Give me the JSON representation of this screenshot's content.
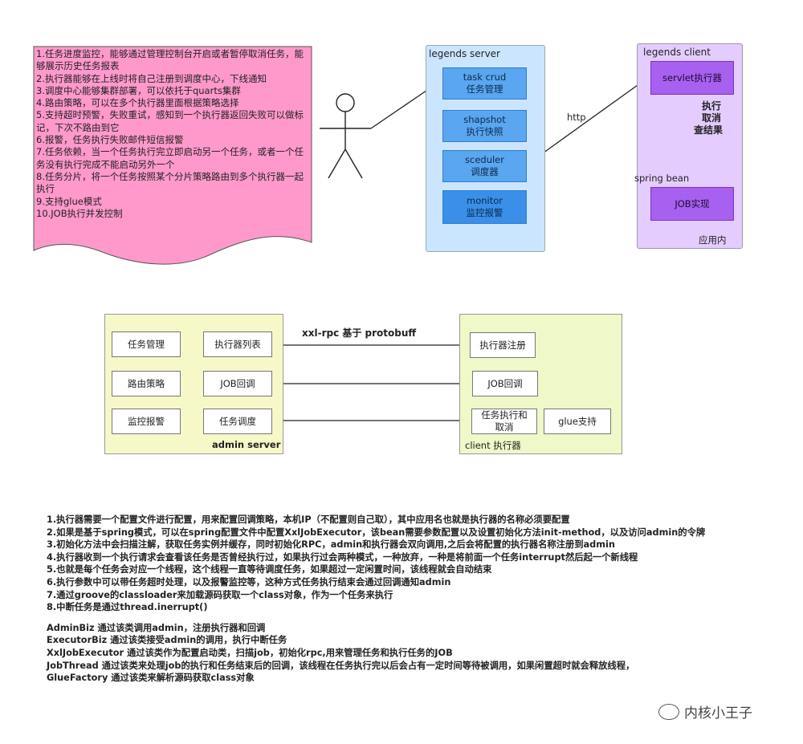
{
  "notes": [
    "1.任务进度监控，能够通过管理控制台开启或者暂停取消任务，能够展示历史任务报表",
    "2.执行器能够在上线时将自己注册到调度中心，下线通知",
    "3.调度中心能够集群部署，可以依托于quarts集群",
    "4.路由策略，可以在多个执行器里面根据策略选择",
    "5.支持超时预警，失败重试，感知到一个执行器返回失败可以做标记，下次不路由到它",
    "6.报警，任务执行失败邮件短信报警",
    "7.任务依赖，当一个任务执行完立即启动另一个任务，或者一个任务没有执行完成不能启动另外一个",
    "8.任务分片，将一个任务按照某个分片策略路由到多个执行器一起执行",
    "9.支持glue模式",
    "10.JOB执行并发控制"
  ],
  "legends_server": {
    "title": "legends server",
    "boxes": [
      {
        "line1": "task crud",
        "line2": "任务管理"
      },
      {
        "line1": "shapshot",
        "line2": "执行快照"
      },
      {
        "line1": "sceduler",
        "line2": "调度器"
      },
      {
        "line1": "monitor",
        "line2": "监控报警"
      }
    ]
  },
  "legends_client": {
    "title": "legends client",
    "servlet": "servlet执行器",
    "job": "JOB实现",
    "footer": "应用内",
    "exec_label": [
      "执行",
      "取消",
      "查结果"
    ],
    "spring_bean": "spring bean"
  },
  "http_label": "http",
  "admin_server": {
    "title": "admin server",
    "left_col": [
      "任务管理",
      "路由策略",
      "监控报警"
    ],
    "right_col": [
      "执行器列表",
      "JOB回调",
      "任务调度"
    ]
  },
  "client_exec": {
    "title": "client 执行器",
    "boxes": [
      "执行器注册",
      "JOB回调",
      "任务执行和取消",
      "glue支持"
    ]
  },
  "rpc_label": "xxl-rpc 基于 protobuff",
  "steps": [
    "1.执行器需要一个配置文件进行配置，用来配置回调策略，本机IP（不配置则自己取），其中应用名也就是执行器的名称必须要配置",
    "2.如果是基于spring模式，可以在spring配置文件中配置XxlJobExecutor，该bean需要参数配置以及设置初始化方法init-method，以及访问admin的令牌",
    "3.初始化方法中会扫描注解，获取任务实例并缓存，同时初始化RPC，admin和执行器会双向调用,之后会将配置的执行器名称注册到admin",
    "4.执行器收到一个执行请求会查看该任务是否曾经执行过，如果执行过会两种模式，一种放弃，一种是将前面一个任务interrupt然后起一个新线程",
    "5.也就是每个任务会对应一个线程，这个线程一直等待调度任务，如果超过一定闲置时间，该线程就会自动结束",
    "6.执行参数中可以带任务超时处理，以及报警监控等，这种方式任务执行结束会通过回调通知admin",
    "7.通过groove的classloader来加载源码获取一个class对象，作为一个任务来执行",
    "8.中断任务是通过thread.inerrupt()"
  ],
  "classes": [
    "AdminBiz 通过该类调用admin，注册执行器和回调",
    "ExecutorBiz 通过该类接受admin的调用，执行中断任务",
    "XxlJobExecutor 通过该类作为配置启动类，扫描job，初始化rpc,用来管理任务和执行任务的JOB",
    "JobThread 通过该类来处理job的执行和任务结束后的回调，该线程在任务执行完以后会占有一定时间等待被调用，如果闲置超时就会释放线程，",
    "GlueFactory 通过该类来解析源码获取class对象"
  ],
  "watermark": "内核小王子",
  "colors": {
    "note_bg": "#ff99cc",
    "server_bg": "#cce5ff",
    "client_bg": "#e5ccff",
    "admin_bg": "#f7f8c8",
    "exec_bg": "#eef8c8",
    "blue_box": "#5aa6f0",
    "purple_box": "#a860f0"
  }
}
